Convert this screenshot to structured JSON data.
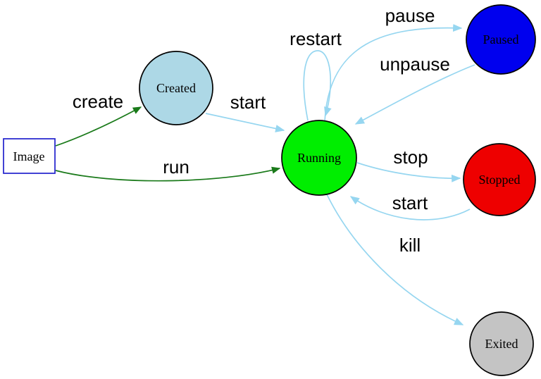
{
  "diagram": {
    "kind": "state-diagram",
    "colors": {
      "background": "#ffffff",
      "edge_green": "#1a7a1a",
      "edge_blue": "#96d6f0",
      "node_border": "#000000",
      "image_border": "#2222cc",
      "label_text": "#000000"
    },
    "nodes": [
      {
        "id": "image",
        "label": "Image",
        "shape": "rect",
        "fill": "#ffffff"
      },
      {
        "id": "created",
        "label": "Created",
        "shape": "circle",
        "fill": "#add8e6"
      },
      {
        "id": "running",
        "label": "Running",
        "shape": "circle",
        "fill": "#00ee00"
      },
      {
        "id": "paused",
        "label": "Paused",
        "shape": "circle",
        "fill": "#0000ee"
      },
      {
        "id": "stopped",
        "label": "Stopped",
        "shape": "circle",
        "fill": "#ee0000"
      },
      {
        "id": "exited",
        "label": "Exited",
        "shape": "circle",
        "fill": "#c4c4c4"
      }
    ],
    "edges": [
      {
        "from": "image",
        "to": "created",
        "label": "create",
        "color": "#1a7a1a"
      },
      {
        "from": "image",
        "to": "running",
        "label": "run",
        "color": "#1a7a1a"
      },
      {
        "from": "created",
        "to": "running",
        "label": "start",
        "color": "#96d6f0"
      },
      {
        "from": "running",
        "to": "running",
        "label": "restart",
        "color": "#96d6f0"
      },
      {
        "from": "running",
        "to": "paused",
        "label": "pause",
        "color": "#96d6f0"
      },
      {
        "from": "paused",
        "to": "running",
        "label": "unpause",
        "color": "#96d6f0"
      },
      {
        "from": "running",
        "to": "stopped",
        "label": "stop",
        "color": "#96d6f0"
      },
      {
        "from": "stopped",
        "to": "running",
        "label": "start",
        "color": "#96d6f0"
      },
      {
        "from": "running",
        "to": "exited",
        "label": "kill",
        "color": "#96d6f0"
      }
    ]
  }
}
